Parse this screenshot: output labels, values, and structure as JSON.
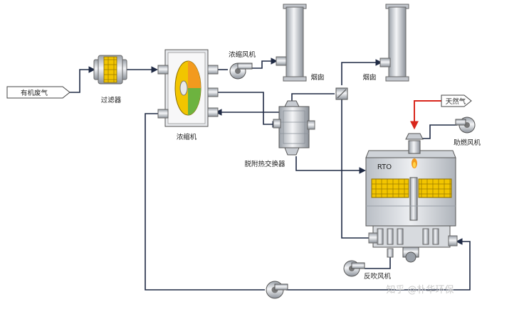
{
  "labels": {
    "inlet": "有机废气",
    "filter": "过滤器",
    "concentrator": "浓缩机",
    "conc_fan": "浓缩风机",
    "chimney1": "烟囱",
    "chimney2": "烟囱",
    "heat_exchanger": "脱附热交换器",
    "natural_gas": "天然气",
    "combustion_fan": "助燃风机",
    "rto": "RTO",
    "backflush_fan": "反吹风机"
  },
  "watermark": "知乎 @朴华环保",
  "colors": {
    "pipe": "#1f2a44",
    "gas_line": "#d9261c",
    "honeycomb": "#f2c500",
    "wheel_orange": "#f39a1e",
    "wheel_green": "#6db33f"
  }
}
